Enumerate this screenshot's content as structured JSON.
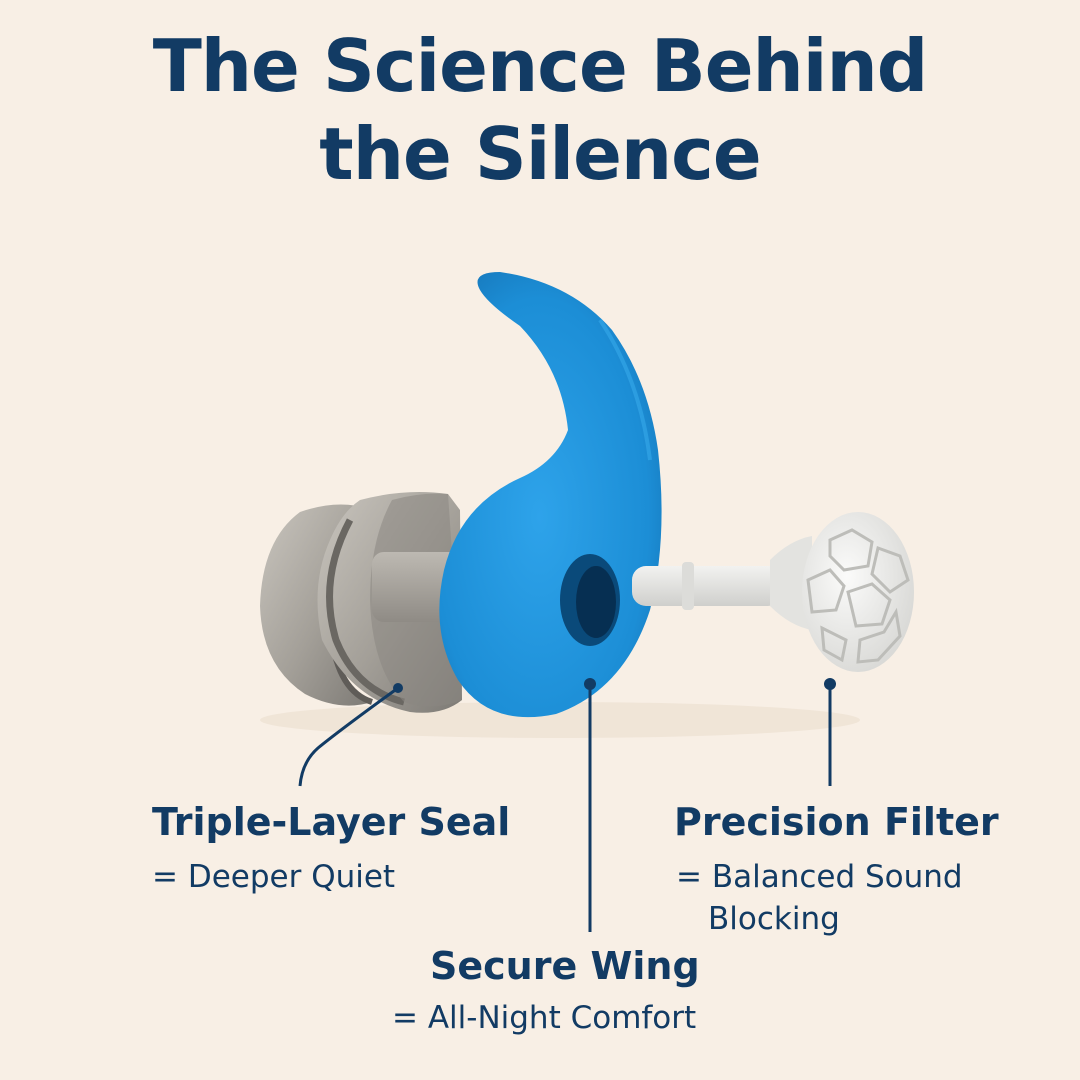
{
  "title": {
    "line1": "The Science Behind",
    "line2": "the Silence"
  },
  "colors": {
    "background": "#f8efe5",
    "heading": "#123b64",
    "wing_blue": "#1f8fd6",
    "tip_gray": "#a8a49d",
    "filter_white": "#ececec"
  },
  "callouts": {
    "seal": {
      "title": "Triple-Layer Seal",
      "description": "= Deeper Quiet"
    },
    "filter": {
      "title": "Precision Filter",
      "description_line1": "= Balanced Sound",
      "description_line2": "Blocking"
    },
    "wing": {
      "title": "Secure Wing",
      "description": "= All-Night Comfort"
    }
  }
}
